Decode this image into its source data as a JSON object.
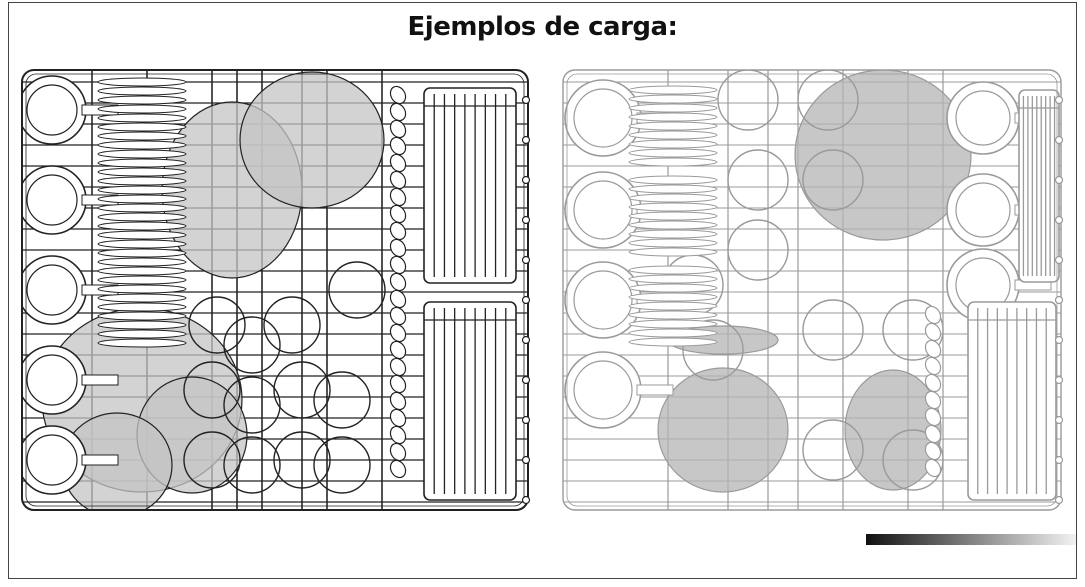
{
  "title": "Ejemplos de carga:",
  "racks": [
    {
      "name": "left-rack",
      "fill_color": "#c4c4c4"
    },
    {
      "name": "right-rack",
      "fill_color": "#b4b4b4"
    }
  ],
  "colors": {
    "line": "#222222",
    "light_line": "#9a9a9a",
    "plate_fill": "#c4c4c4"
  }
}
